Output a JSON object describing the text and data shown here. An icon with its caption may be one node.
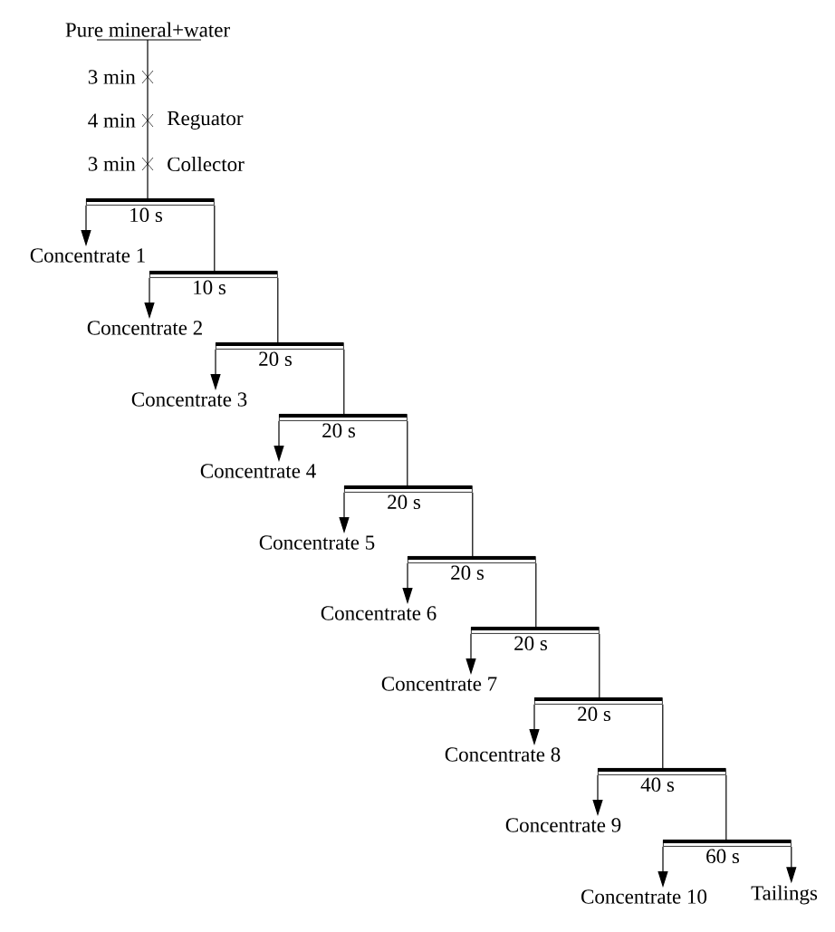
{
  "diagram": {
    "nodes": [
      {
        "text": [
          "Pure mineral+water"
        ]
      },
      {
        "text": [],
        "shape": "bar",
        "beside": [
          "10 s"
        ]
      },
      {
        "text": [
          "Concentrate 1"
        ]
      },
      {
        "text": [],
        "shape": "bar",
        "beside": [
          "10 s"
        ]
      },
      {
        "text": [
          "Concentrate 2"
        ]
      },
      {
        "text": [],
        "shape": "bar",
        "beside": [
          "20 s"
        ]
      },
      {
        "text": [
          "Concentrate 3"
        ]
      },
      {
        "text": [],
        "shape": "bar",
        "beside": [
          "20 s"
        ]
      },
      {
        "text": [
          "Concentrate 4"
        ]
      },
      {
        "text": [],
        "shape": "bar",
        "beside": [
          "20 s"
        ]
      },
      {
        "text": [
          "Concentrate 5"
        ]
      },
      {
        "text": [],
        "shape": "bar",
        "beside": [
          "20 s"
        ]
      },
      {
        "text": [
          "Concentrate 6"
        ]
      },
      {
        "text": [],
        "shape": "bar",
        "beside": [
          "20 s"
        ]
      },
      {
        "text": [
          "Concentrate 7"
        ]
      },
      {
        "text": [],
        "shape": "bar",
        "beside": [
          "20 s"
        ]
      },
      {
        "text": [
          "Concentrate 8"
        ]
      },
      {
        "text": [],
        "shape": "bar",
        "beside": [
          "40 s"
        ]
      },
      {
        "text": [
          "Concentrate 9"
        ]
      },
      {
        "text": [],
        "shape": "bar",
        "beside": [
          "60 s"
        ]
      },
      {
        "text": [
          "Concentrate 10"
        ]
      },
      {
        "text": [
          "Tailings"
        ]
      }
    ],
    "edges": [
      {
        "from": 0,
        "to": 1,
        "arrow": "none"
      },
      {
        "from": 1,
        "to": 2,
        "arrow": "to"
      },
      {
        "from": 1,
        "to": 3,
        "arrow": "none"
      },
      {
        "from": 3,
        "to": 4,
        "arrow": "to"
      },
      {
        "from": 3,
        "to": 5,
        "arrow": "none"
      },
      {
        "from": 5,
        "to": 6,
        "arrow": "to"
      },
      {
        "from": 5,
        "to": 7,
        "arrow": "none"
      },
      {
        "from": 7,
        "to": 8,
        "arrow": "to"
      },
      {
        "from": 7,
        "to": 9,
        "arrow": "none"
      },
      {
        "from": 9,
        "to": 10,
        "arrow": "to"
      },
      {
        "from": 9,
        "to": 11,
        "arrow": "none"
      },
      {
        "from": 11,
        "to": 12,
        "arrow": "to"
      },
      {
        "from": 11,
        "to": 13,
        "arrow": "none"
      },
      {
        "from": 13,
        "to": 14,
        "arrow": "to"
      },
      {
        "from": 13,
        "to": 15,
        "arrow": "none"
      },
      {
        "from": 15,
        "to": 16,
        "arrow": "to"
      },
      {
        "from": 15,
        "to": 17,
        "arrow": "none"
      },
      {
        "from": 17,
        "to": 18,
        "arrow": "to"
      },
      {
        "from": 17,
        "to": 19,
        "arrow": "none"
      },
      {
        "from": 19,
        "to": 20,
        "arrow": "to"
      },
      {
        "from": 19,
        "to": 21,
        "arrow": "to"
      }
    ],
    "labels": [
      "3 min",
      "4 min",
      "Reguator",
      "3 min",
      "Collector"
    ]
  }
}
